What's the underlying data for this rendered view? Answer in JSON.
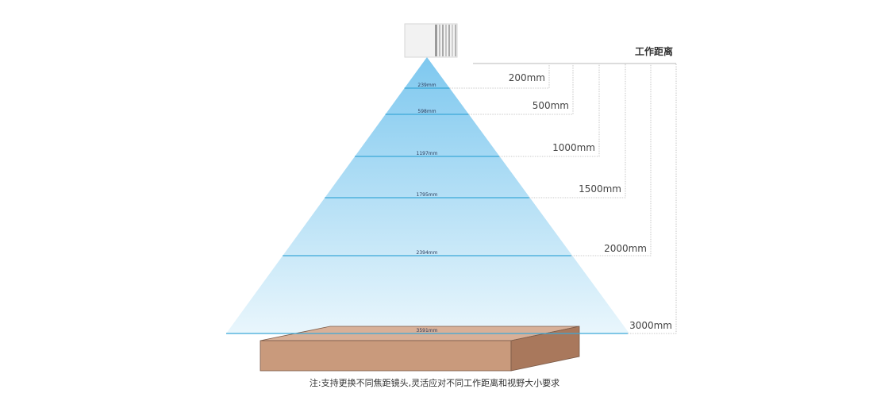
{
  "header": {
    "label": "工作距离"
  },
  "levels": [
    {
      "distance_label": "200mm",
      "fov_label": "239mm"
    },
    {
      "distance_label": "500mm",
      "fov_label": "598mm"
    },
    {
      "distance_label": "1000mm",
      "fov_label": "1197mm"
    },
    {
      "distance_label": "1500mm",
      "fov_label": "1795mm"
    },
    {
      "distance_label": "2000mm",
      "fov_label": "2394mm"
    },
    {
      "distance_label": "3000mm",
      "fov_label": "3591mm"
    }
  ],
  "footnote": "注:支持更换不同焦距镜头,灵活应对不同工作距离和视野大小要求",
  "colors": {
    "beam_top": "#7ec8ef",
    "beam_bottom": "#e9f6fc",
    "fov_line": "#3aa8d8",
    "guide_line": "#b8b8b8",
    "box_top": "#d8b098",
    "box_front": "#c99a7c",
    "box_side": "#a9785c",
    "box_stroke": "#7a5a48"
  }
}
